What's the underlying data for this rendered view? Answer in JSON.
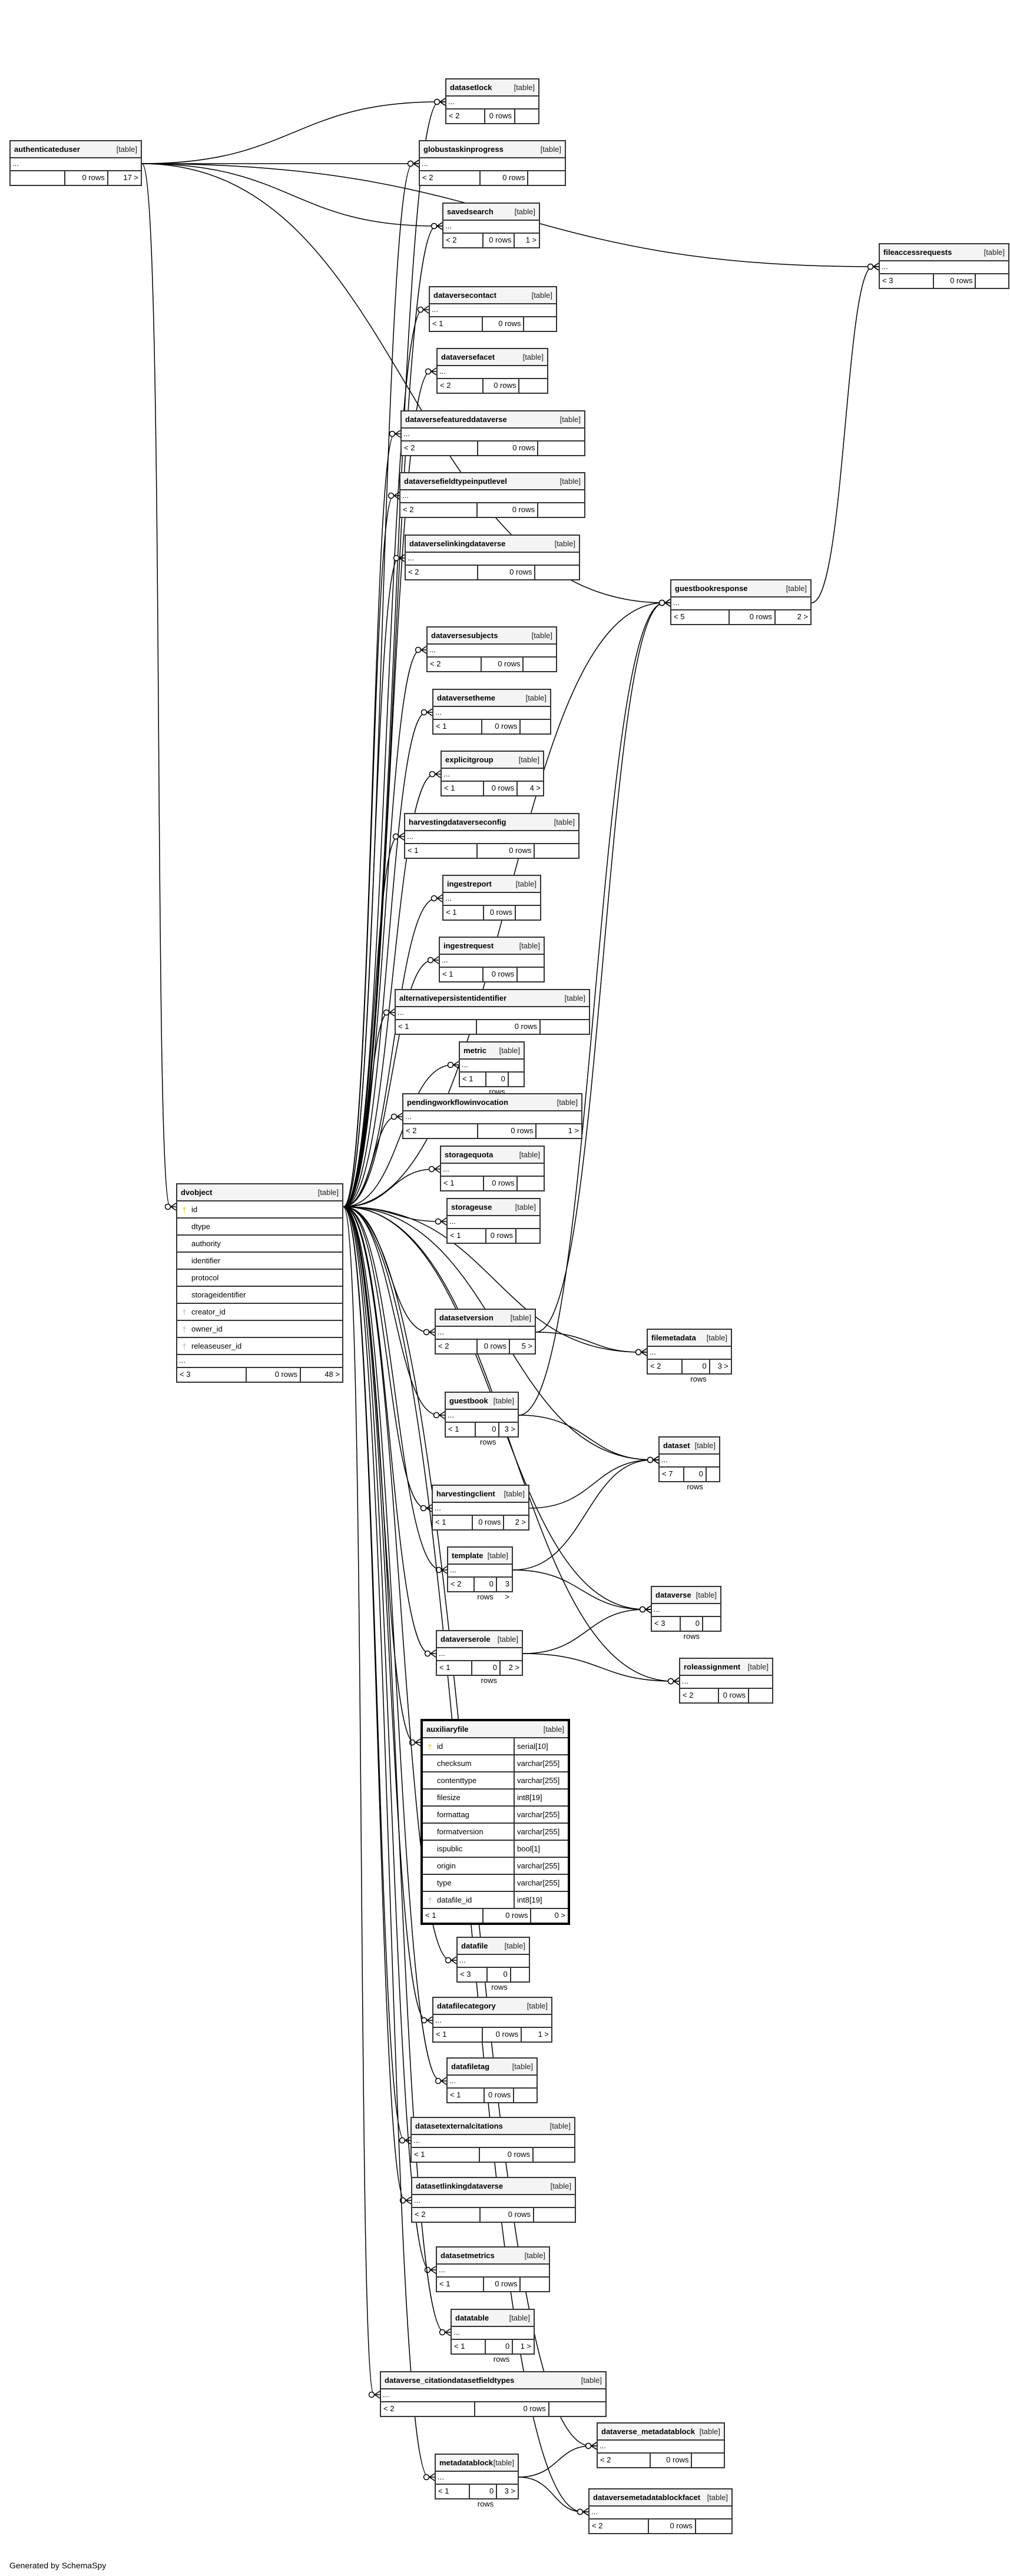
{
  "diagram": {
    "title": "SchemaSpy relationships diagram",
    "footer": "Generated by SchemaSpy",
    "table_tag": "[table]",
    "ellipsis": "...",
    "tables": [
      {
        "id": "authenticateduser",
        "name": "authenticateduser",
        "parents": "",
        "rows": "0 rows",
        "children": "17 >"
      },
      {
        "id": "datasetlock",
        "name": "datasetlock",
        "parents": "< 2",
        "rows": "0 rows",
        "children": ""
      },
      {
        "id": "globustaskinprogress",
        "name": "globustaskinprogress",
        "parents": "< 2",
        "rows": "0 rows",
        "children": ""
      },
      {
        "id": "savedsearch",
        "name": "savedsearch",
        "parents": "< 2",
        "rows": "0 rows",
        "children": "1 >"
      },
      {
        "id": "fileaccessrequests",
        "name": "fileaccessrequests",
        "parents": "< 3",
        "rows": "0 rows",
        "children": ""
      },
      {
        "id": "dataversecontact",
        "name": "dataversecontact",
        "parents": "< 1",
        "rows": "0 rows",
        "children": ""
      },
      {
        "id": "dataversefacet",
        "name": "dataversefacet",
        "parents": "< 2",
        "rows": "0 rows",
        "children": ""
      },
      {
        "id": "dataversefeatureddataverse",
        "name": "dataversefeatureddataverse",
        "parents": "< 2",
        "rows": "0 rows",
        "children": ""
      },
      {
        "id": "dataversefieldtypeinputlevel",
        "name": "dataversefieldtypeinputlevel",
        "parents": "< 2",
        "rows": "0 rows",
        "children": ""
      },
      {
        "id": "dataverselinkingdataverse",
        "name": "dataverselinkingdataverse",
        "parents": "< 2",
        "rows": "0 rows",
        "children": ""
      },
      {
        "id": "guestbookresponse",
        "name": "guestbookresponse",
        "parents": "< 5",
        "rows": "0 rows",
        "children": "2 >"
      },
      {
        "id": "dataversesubjects",
        "name": "dataversesubjects",
        "parents": "< 2",
        "rows": "0 rows",
        "children": ""
      },
      {
        "id": "dataversetheme",
        "name": "dataversetheme",
        "parents": "< 1",
        "rows": "0 rows",
        "children": ""
      },
      {
        "id": "explicitgroup",
        "name": "explicitgroup",
        "parents": "< 1",
        "rows": "0 rows",
        "children": "4 >"
      },
      {
        "id": "harvestingdataverseconfig",
        "name": "harvestingdataverseconfig",
        "parents": "< 1",
        "rows": "0 rows",
        "children": ""
      },
      {
        "id": "ingestreport",
        "name": "ingestreport",
        "parents": "< 1",
        "rows": "0 rows",
        "children": ""
      },
      {
        "id": "ingestrequest",
        "name": "ingestrequest",
        "parents": "< 1",
        "rows": "0 rows",
        "children": ""
      },
      {
        "id": "alternativepersistentidentifier",
        "name": "alternativepersistentidentifier",
        "parents": "< 1",
        "rows": "0 rows",
        "children": ""
      },
      {
        "id": "metric",
        "name": "metric",
        "parents": "< 1",
        "rows": "0 rows",
        "children": ""
      },
      {
        "id": "pendingworkflowinvocation",
        "name": "pendingworkflowinvocation",
        "parents": "< 2",
        "rows": "0 rows",
        "children": "1 >"
      },
      {
        "id": "storagequota",
        "name": "storagequota",
        "parents": "< 1",
        "rows": "0 rows",
        "children": ""
      },
      {
        "id": "storageuse",
        "name": "storageuse",
        "parents": "< 1",
        "rows": "0 rows",
        "children": ""
      },
      {
        "id": "dvobject",
        "name": "dvobject",
        "parents": "< 3",
        "rows": "0 rows",
        "children": "48 >",
        "columns": [
          {
            "name": "id",
            "key": "pk"
          },
          {
            "name": "dtype",
            "key": ""
          },
          {
            "name": "authority",
            "key": ""
          },
          {
            "name": "identifier",
            "key": ""
          },
          {
            "name": "protocol",
            "key": ""
          },
          {
            "name": "storageidentifier",
            "key": ""
          },
          {
            "name": "creator_id",
            "key": "fk"
          },
          {
            "name": "owner_id",
            "key": "fk"
          },
          {
            "name": "releaseuser_id",
            "key": "fk"
          }
        ]
      },
      {
        "id": "datasetversion",
        "name": "datasetversion",
        "parents": "< 2",
        "rows": "0 rows",
        "children": "5 >"
      },
      {
        "id": "filemetadata",
        "name": "filemetadata",
        "parents": "< 2",
        "rows": "0 rows",
        "children": "3 >"
      },
      {
        "id": "guestbook",
        "name": "guestbook",
        "parents": "< 1",
        "rows": "0 rows",
        "children": "3 >"
      },
      {
        "id": "dataset",
        "name": "dataset",
        "parents": "< 7",
        "rows": "0 rows",
        "children": ""
      },
      {
        "id": "harvestingclient",
        "name": "harvestingclient",
        "parents": "< 1",
        "rows": "0 rows",
        "children": "2 >"
      },
      {
        "id": "template",
        "name": "template",
        "parents": "< 2",
        "rows": "0 rows",
        "children": "3 >"
      },
      {
        "id": "dataverse",
        "name": "dataverse",
        "parents": "< 3",
        "rows": "0 rows",
        "children": ""
      },
      {
        "id": "dataverserole",
        "name": "dataverserole",
        "parents": "< 1",
        "rows": "0 rows",
        "children": "2 >"
      },
      {
        "id": "roleassignment",
        "name": "roleassignment",
        "parents": "< 2",
        "rows": "0 rows",
        "children": ""
      },
      {
        "id": "auxiliaryfile",
        "name": "auxiliaryfile",
        "parents": "< 1",
        "rows": "0 rows",
        "children": "0 >",
        "focus": true,
        "columns": [
          {
            "name": "id",
            "type": "serial[10]",
            "key": "pk"
          },
          {
            "name": "checksum",
            "type": "varchar[255]",
            "key": ""
          },
          {
            "name": "contenttype",
            "type": "varchar[255]",
            "key": ""
          },
          {
            "name": "filesize",
            "type": "int8[19]",
            "key": ""
          },
          {
            "name": "formattag",
            "type": "varchar[255]",
            "key": ""
          },
          {
            "name": "formatversion",
            "type": "varchar[255]",
            "key": ""
          },
          {
            "name": "ispublic",
            "type": "bool[1]",
            "key": ""
          },
          {
            "name": "origin",
            "type": "varchar[255]",
            "key": ""
          },
          {
            "name": "type",
            "type": "varchar[255]",
            "key": ""
          },
          {
            "name": "datafile_id",
            "type": "int8[19]",
            "key": "fk"
          }
        ]
      },
      {
        "id": "datafile",
        "name": "datafile",
        "parents": "< 3",
        "rows": "0 rows",
        "children": ""
      },
      {
        "id": "datafilecategory",
        "name": "datafilecategory",
        "parents": "< 1",
        "rows": "0 rows",
        "children": "1 >"
      },
      {
        "id": "datafiletag",
        "name": "datafiletag",
        "parents": "< 1",
        "rows": "0 rows",
        "children": ""
      },
      {
        "id": "datasetexternalcitations",
        "name": "datasetexternalcitations",
        "parents": "< 1",
        "rows": "0 rows",
        "children": ""
      },
      {
        "id": "datasetlinkingdataverse",
        "name": "datasetlinkingdataverse",
        "parents": "< 2",
        "rows": "0 rows",
        "children": ""
      },
      {
        "id": "datasetmetrics",
        "name": "datasetmetrics",
        "parents": "< 1",
        "rows": "0 rows",
        "children": ""
      },
      {
        "id": "datatable",
        "name": "datatable",
        "parents": "< 1",
        "rows": "0 rows",
        "children": "1 >"
      },
      {
        "id": "dataverse_citationdatasetfieldtypes",
        "name": "dataverse_citationdatasetfieldtypes",
        "parents": "< 2",
        "rows": "0 rows",
        "children": ""
      },
      {
        "id": "dataverse_metadatablock",
        "name": "dataverse_metadatablock",
        "parents": "< 2",
        "rows": "0 rows",
        "children": ""
      },
      {
        "id": "metadatablock",
        "name": "metadatablock",
        "parents": "< 1",
        "rows": "0 rows",
        "children": "3 >"
      },
      {
        "id": "dataversemetadatablockfacet",
        "name": "dataversemetadatablockfacet",
        "parents": "< 2",
        "rows": "0 rows",
        "children": ""
      }
    ],
    "relationships": [
      [
        "authenticateduser",
        "datasetlock"
      ],
      [
        "authenticateduser",
        "globustaskinprogress"
      ],
      [
        "authenticateduser",
        "savedsearch"
      ],
      [
        "authenticateduser",
        "fileaccessrequests"
      ],
      [
        "authenticateduser",
        "guestbookresponse"
      ],
      [
        "authenticateduser",
        "dvobject"
      ],
      [
        "dvobject",
        "datasetlock"
      ],
      [
        "dvobject",
        "globustaskinprogress"
      ],
      [
        "dvobject",
        "savedsearch"
      ],
      [
        "dvobject",
        "dataversecontact"
      ],
      [
        "dvobject",
        "dataversefacet"
      ],
      [
        "dvobject",
        "dataversefeatureddataverse"
      ],
      [
        "dvobject",
        "dataversefieldtypeinputlevel"
      ],
      [
        "dvobject",
        "dataverselinkingdataverse"
      ],
      [
        "dvobject",
        "guestbookresponse"
      ],
      [
        "dvobject",
        "dataversesubjects"
      ],
      [
        "dvobject",
        "dataversetheme"
      ],
      [
        "dvobject",
        "explicitgroup"
      ],
      [
        "dvobject",
        "harvestingdataverseconfig"
      ],
      [
        "dvobject",
        "ingestreport"
      ],
      [
        "dvobject",
        "ingestrequest"
      ],
      [
        "dvobject",
        "alternativepersistentidentifier"
      ],
      [
        "dvobject",
        "metric"
      ],
      [
        "dvobject",
        "pendingworkflowinvocation"
      ],
      [
        "dvobject",
        "storagequota"
      ],
      [
        "dvobject",
        "storageuse"
      ],
      [
        "dvobject",
        "datasetversion"
      ],
      [
        "dvobject",
        "filemetadata"
      ],
      [
        "dvobject",
        "guestbook"
      ],
      [
        "dvobject",
        "dataset"
      ],
      [
        "dvobject",
        "harvestingclient"
      ],
      [
        "dvobject",
        "template"
      ],
      [
        "dvobject",
        "dataverse"
      ],
      [
        "dvobject",
        "dataverserole"
      ],
      [
        "dvobject",
        "roleassignment"
      ],
      [
        "dvobject",
        "auxiliaryfile"
      ],
      [
        "dvobject",
        "datafile"
      ],
      [
        "dvobject",
        "datafilecategory"
      ],
      [
        "dvobject",
        "datafiletag"
      ],
      [
        "dvobject",
        "datasetexternalcitations"
      ],
      [
        "dvobject",
        "datasetlinkingdataverse"
      ],
      [
        "dvobject",
        "datasetmetrics"
      ],
      [
        "dvobject",
        "datatable"
      ],
      [
        "dvobject",
        "dataverse_citationdatasetfieldtypes"
      ],
      [
        "dvobject",
        "metadatablock"
      ],
      [
        "dvobject",
        "dataverse_metadatablock"
      ],
      [
        "dvobject",
        "dataversemetadatablockfacet"
      ],
      [
        "datasetversion",
        "filemetadata"
      ],
      [
        "datasetversion",
        "guestbookresponse"
      ],
      [
        "guestbook",
        "guestbookresponse"
      ],
      [
        "guestbook",
        "dataset"
      ],
      [
        "harvestingclient",
        "dataset"
      ],
      [
        "template",
        "dataset"
      ],
      [
        "template",
        "dataverse"
      ],
      [
        "dataverserole",
        "dataverse"
      ],
      [
        "dataverserole",
        "roleassignment"
      ],
      [
        "guestbookresponse",
        "fileaccessrequests"
      ],
      [
        "metadatablock",
        "dataverse_metadatablock"
      ],
      [
        "metadatablock",
        "dataversemetadatablockfacet"
      ]
    ]
  }
}
